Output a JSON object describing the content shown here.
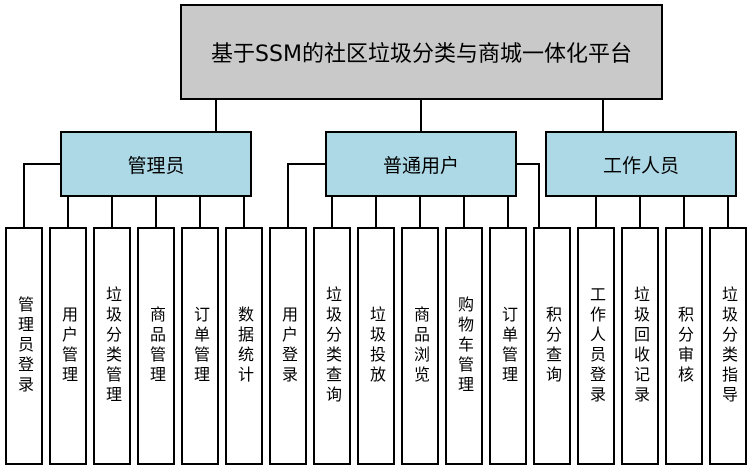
{
  "diagram": {
    "title": "基于SSM的社区垃圾分类与商城一体化平台",
    "groups": [
      {
        "label": "管理员",
        "children": [
          "管理员登录",
          "用户管理",
          "垃圾分类管理",
          "商品管理",
          "订单管理",
          "数据统计"
        ]
      },
      {
        "label": "普通用户",
        "children": [
          "用户登录",
          "垃圾分类查询",
          "垃圾投放",
          "商品浏览",
          "购物车管理",
          "订单管理",
          "积分查询"
        ]
      },
      {
        "label": "工作人员",
        "children": [
          "工作人员登录",
          "垃圾回收记录",
          "积分审核",
          "垃圾分类指导"
        ]
      }
    ],
    "colors": {
      "title_fill": "#c9c9c9",
      "group_fill": "#add8e6",
      "leaf_fill": "#ffffff",
      "border": "#000000",
      "background": "#ffffff"
    }
  }
}
